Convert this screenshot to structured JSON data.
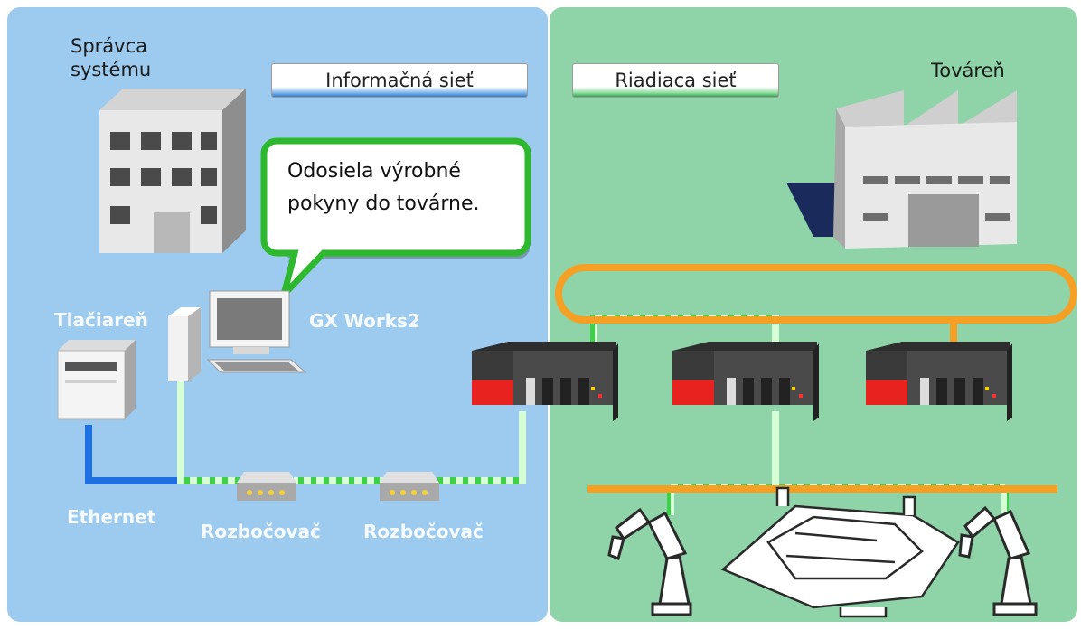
{
  "zones": {
    "info": {
      "label": "Informačná sieť",
      "color": "#9ccbef"
    },
    "control": {
      "label": "Riadiaca sieť",
      "color": "#8fd3a8"
    }
  },
  "labels": {
    "admin": [
      "Správca",
      "systému"
    ],
    "factory": "Továreň",
    "printer": "Tlačiareň",
    "software": "GX Works2",
    "ethernet": "Ethernet",
    "hub1": "Rozbočovač",
    "hub2": "Rozbočovač"
  },
  "bubble": {
    "lines": [
      "Odosiela výrobné",
      "pokyny do továrne."
    ],
    "border": "#2db82d"
  },
  "colors": {
    "ethernet_cable": "#1e6fe0",
    "green_network": "#59e35f",
    "orange_network": "#f5a024",
    "plc_red": "#e8231f"
  }
}
